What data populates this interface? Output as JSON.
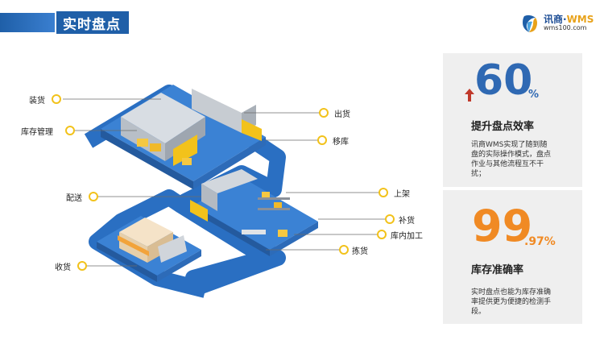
{
  "header": {
    "title": "实时盘点"
  },
  "logo": {
    "name_cn": "讯商·",
    "name_en": "WMS",
    "url": "wms100.com"
  },
  "labels": {
    "loading": "装货",
    "inventory_mgmt": "库存管理",
    "delivery": "配送",
    "receiving": "收货",
    "shipping": "出货",
    "move": "移库",
    "shelving": "上架",
    "replenish": "补货",
    "processing": "库内加工",
    "picking": "拣货"
  },
  "stat1": {
    "value": "60",
    "unit": "%",
    "title": "提升盘点效率",
    "desc": "讯商WMS实现了随到随盘的实际操作模式，盘点作业与其他流程互不干扰；"
  },
  "stat2": {
    "value": "99",
    "unit": ".97%",
    "title": "库存准确率",
    "desc": "实时盘点也能为库存准确率提供更为便捷的检测手段。"
  },
  "colors": {
    "brand_blue": "#1f5fa8",
    "accent_orange": "#f08a24",
    "icon_yellow": "#f2c21b"
  }
}
